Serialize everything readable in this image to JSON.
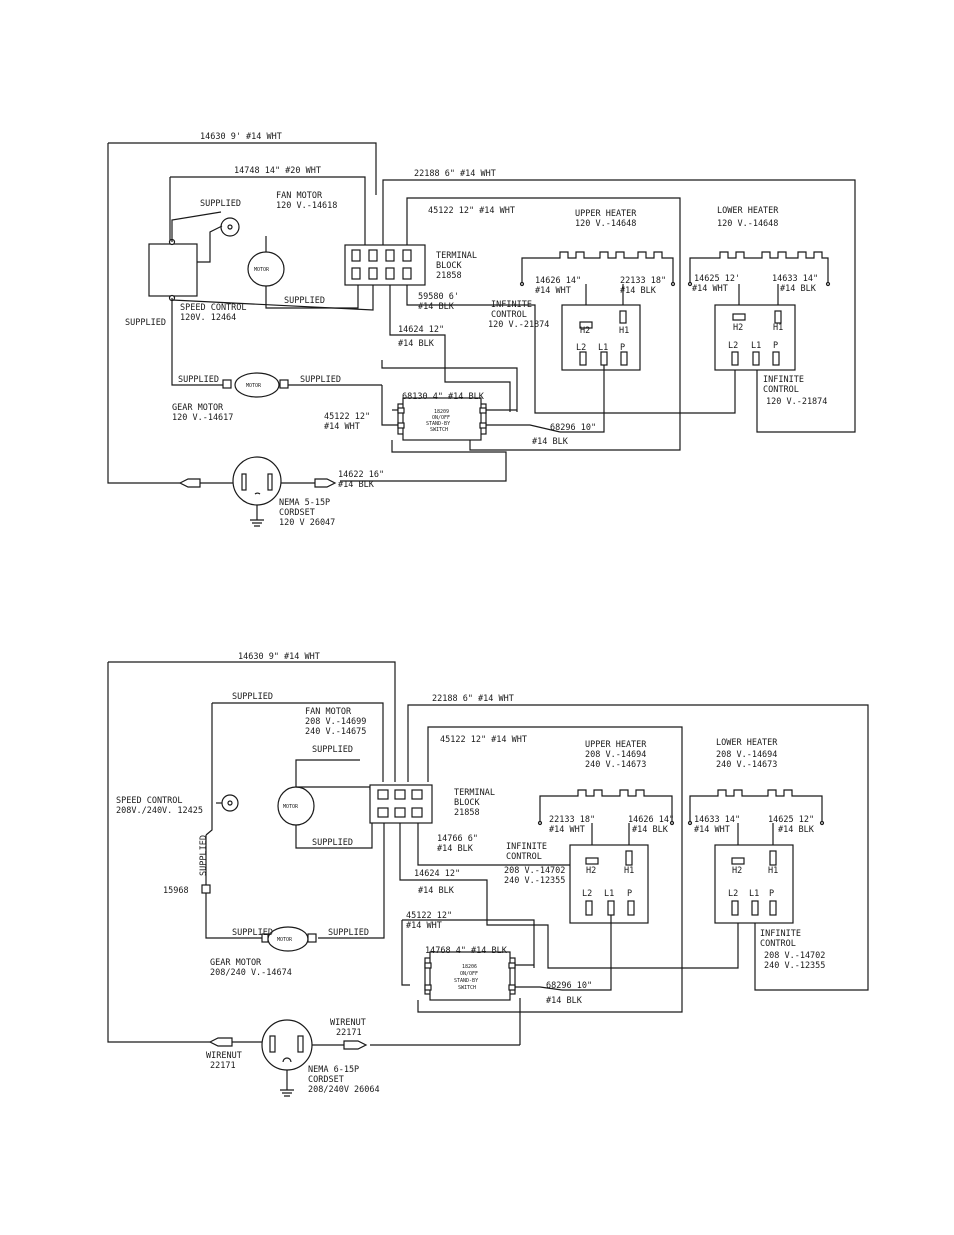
{
  "diagram_120v": {
    "labels": {
      "wire_14630": "14630  9'  #14 WHT",
      "wire_14748": "14748  14\"  #20 WHT",
      "wire_22188": "22188   6\"  #14 WHT",
      "wire_45122_top": "45122   12\"  #14 WHT",
      "supplied_top": "SUPPLIED",
      "fan_motor": "FAN MOTOR",
      "fan_motor_part": "120 V.-14618",
      "motor": "MOTOR",
      "supplied_fan": "SUPPLIED",
      "speed_control": "SPEED CONTROL",
      "speed_control_part": "120V. 12464",
      "supplied_left": "SUPPLIED",
      "terminal_block": "TERMINAL",
      "terminal_block_2": "BLOCK",
      "terminal_block_part": "21858",
      "upper_heater": "UPPER HEATER",
      "upper_heater_part": "120 V.-14648",
      "lower_heater": "LOWER HEATER",
      "lower_heater_part": "120 V.-14648",
      "w14626": "14626  14\"",
      "w14626_g": "#14  WHT",
      "w22133": "22133  18\"",
      "w22133_g": "#14  BLK",
      "w14625": "14625  12'",
      "w14625_g": "#14  WHT",
      "w14633": "14633  14\"",
      "w14633_g": "#14  BLK",
      "w59580": "59580  6'",
      "w59580_g": "#14  BLK",
      "infinite_control": "INFINITE",
      "infinite_control_2": "CONTROL",
      "infinite_control_part": "120 V.-21874",
      "w14624": "14624  12\"",
      "w14624_g": "#14  BLK",
      "h2": "H2",
      "h1": "H1",
      "l2": "L2",
      "l1": "L1",
      "p": "P",
      "inf_right": "INFINITE",
      "inf_right_2": "CONTROL",
      "inf_right_part": "120 V.-21874",
      "supplied_gear_l": "SUPPLIED",
      "supplied_gear_r": "SUPPLIED",
      "gear_motor": "GEAR MOTOR",
      "gear_motor_part": "120 V.-14617",
      "w68130": "68130  4\"  #14  BLK",
      "switch_1": "18209",
      "switch_2": "ON/OFF",
      "switch_3": "STAND-BY",
      "switch_4": "SWITCH",
      "w45122_mid": "45122  12\"",
      "w45122_mid_g": "#14  WHT",
      "w68296": "68296  10\"",
      "w68296_g": "#14  BLK",
      "w14622": "14622  16\"",
      "w14622_g": "#14  BLK",
      "nema": "NEMA  5-15P",
      "cordset": "CORDSET",
      "cordset_part": "120  V  26047"
    }
  },
  "diagram_208v": {
    "labels": {
      "wire_14630": "14630  9\"  #14 WHT",
      "supplied_top": "SUPPLIED",
      "fan_motor": "FAN MOTOR",
      "fan_motor_208": "208 V.-14699",
      "fan_motor_240": "240 V.-14675",
      "wire_22188": "22188   6\"  #14 WHT",
      "supplied_fan_top": "SUPPLIED",
      "motor": "MOTOR",
      "supplied_fan_bottom": "SUPPLIED",
      "wire_45122_top": "45122   12\"  #14 WHT",
      "upper_heater": "UPPER HEATER",
      "upper_heater_208": "208 V.-14694",
      "upper_heater_240": "240 V.-14673",
      "lower_heater": "LOWER HEATER",
      "lower_heater_208": "208 V.-14694",
      "lower_heater_240": "240 V.-14673",
      "terminal_block": "TERMINAL",
      "terminal_block_2": "BLOCK",
      "terminal_block_part": "21858",
      "speed_control": "SPEED CONTROL",
      "speed_control_part": "208V./240V. 12425",
      "supplied_vertical": "SUPPLIED",
      "part_15968": "15968",
      "w22133": "22133  18\"",
      "w22133_g": "#14  WHT",
      "w14626": "14626  14\"",
      "w14626_g": "#14  BLK",
      "w14633": "14633  14\"",
      "w14633_g": "#14  WHT",
      "w14625": "14625  12\"",
      "w14625_g": "#14  BLK",
      "w14766": "14766  6\"",
      "w14766_g": "#14  BLK",
      "infinite_control": "INFINITE",
      "infinite_control_2": "CONTROL",
      "infinite_control_208": "208 V.-14702",
      "infinite_control_240": "240 V.-12355",
      "w14624": "14624  12\"",
      "w14624_g": "#14  BLK",
      "h2": "H2",
      "h1": "H1",
      "l2": "L2",
      "l1": "L1",
      "p": "P",
      "supplied_gear_l": "SUPPLIED",
      "supplied_gear_r": "SUPPLIED",
      "gear_motor": "GEAR MOTOR",
      "gear_motor_part": "208/240 V.-14674",
      "w45122_mid": "45122  12\"",
      "w45122_mid_g": "#14  WHT",
      "w14768": "14768  4\"  #14  BLK",
      "switch_1": "18206",
      "switch_2": "ON/OFF",
      "switch_3": "STAND-BY",
      "switch_4": "SWITCH",
      "w68296": "68296  10\"",
      "w68296_g": "#14  BLK",
      "inf_right": "INFINITE",
      "inf_right_2": "CONTROL",
      "inf_right_208": "208 V.-14702",
      "inf_right_240": "240 V.-12355",
      "wirenut_r": "WIRENUT",
      "wirenut_r_part": "22171",
      "wirenut_l": "WIRENUT",
      "wirenut_l_part": "22171",
      "nema": "NEMA  6-15P",
      "cordset": "CORDSET",
      "cordset_part": "208/240V  26064"
    }
  }
}
